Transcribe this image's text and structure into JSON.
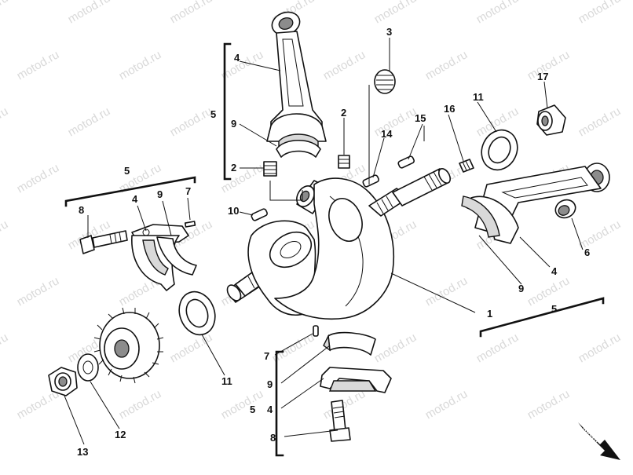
{
  "diagram": {
    "watermark_text": "motod.ru",
    "direction_marker": "AVANTI",
    "callouts": [
      "1",
      "2",
      "2",
      "3",
      "4",
      "4",
      "4",
      "4",
      "5",
      "5",
      "5",
      "5",
      "6",
      "7",
      "7",
      "8",
      "8",
      "9",
      "9",
      "9",
      "9",
      "10",
      "11",
      "11",
      "12",
      "13",
      "14",
      "15",
      "16",
      "17"
    ]
  }
}
